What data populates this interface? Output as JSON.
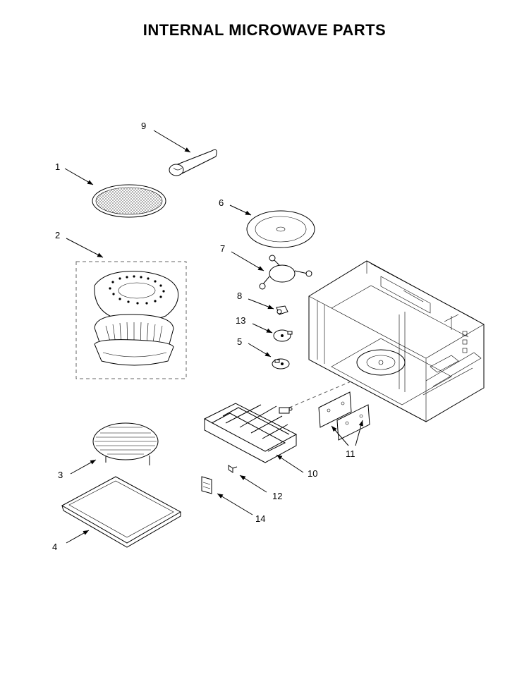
{
  "title": "INTERNAL MICROWAVE PARTS",
  "callouts": [
    {
      "id": "callout-9",
      "text": "9"
    },
    {
      "id": "callout-1",
      "text": "1"
    },
    {
      "id": "callout-6",
      "text": "6"
    },
    {
      "id": "callout-2",
      "text": "2"
    },
    {
      "id": "callout-7",
      "text": "7"
    },
    {
      "id": "callout-8",
      "text": "8"
    },
    {
      "id": "callout-13",
      "text": "13"
    },
    {
      "id": "callout-5",
      "text": "5"
    },
    {
      "id": "callout-3",
      "text": "3"
    },
    {
      "id": "callout-10",
      "text": "10"
    },
    {
      "id": "callout-11",
      "text": "11"
    },
    {
      "id": "callout-12",
      "text": "12"
    },
    {
      "id": "callout-14",
      "text": "14"
    },
    {
      "id": "callout-4",
      "text": "4"
    }
  ]
}
